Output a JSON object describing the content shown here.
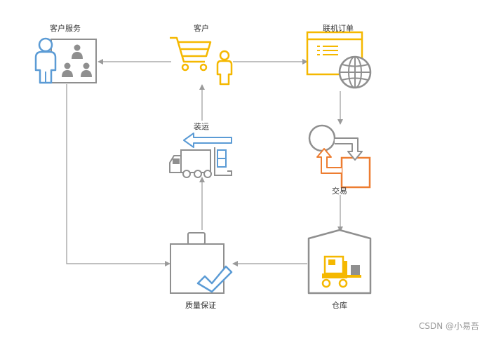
{
  "nodes": {
    "customer_service": "客户服务",
    "customer": "客户",
    "online_order": "联机订单",
    "shipping": "装运",
    "transaction": "交易",
    "quality": "质量保证",
    "warehouse": "仓库"
  },
  "watermark": "CSDN @小易吾",
  "colors": {
    "line": "#9a9a9a",
    "blue": "#5b9bd5",
    "orange": "#ed7d31",
    "yellow": "#f5b800",
    "gray": "#8f8f8f"
  }
}
